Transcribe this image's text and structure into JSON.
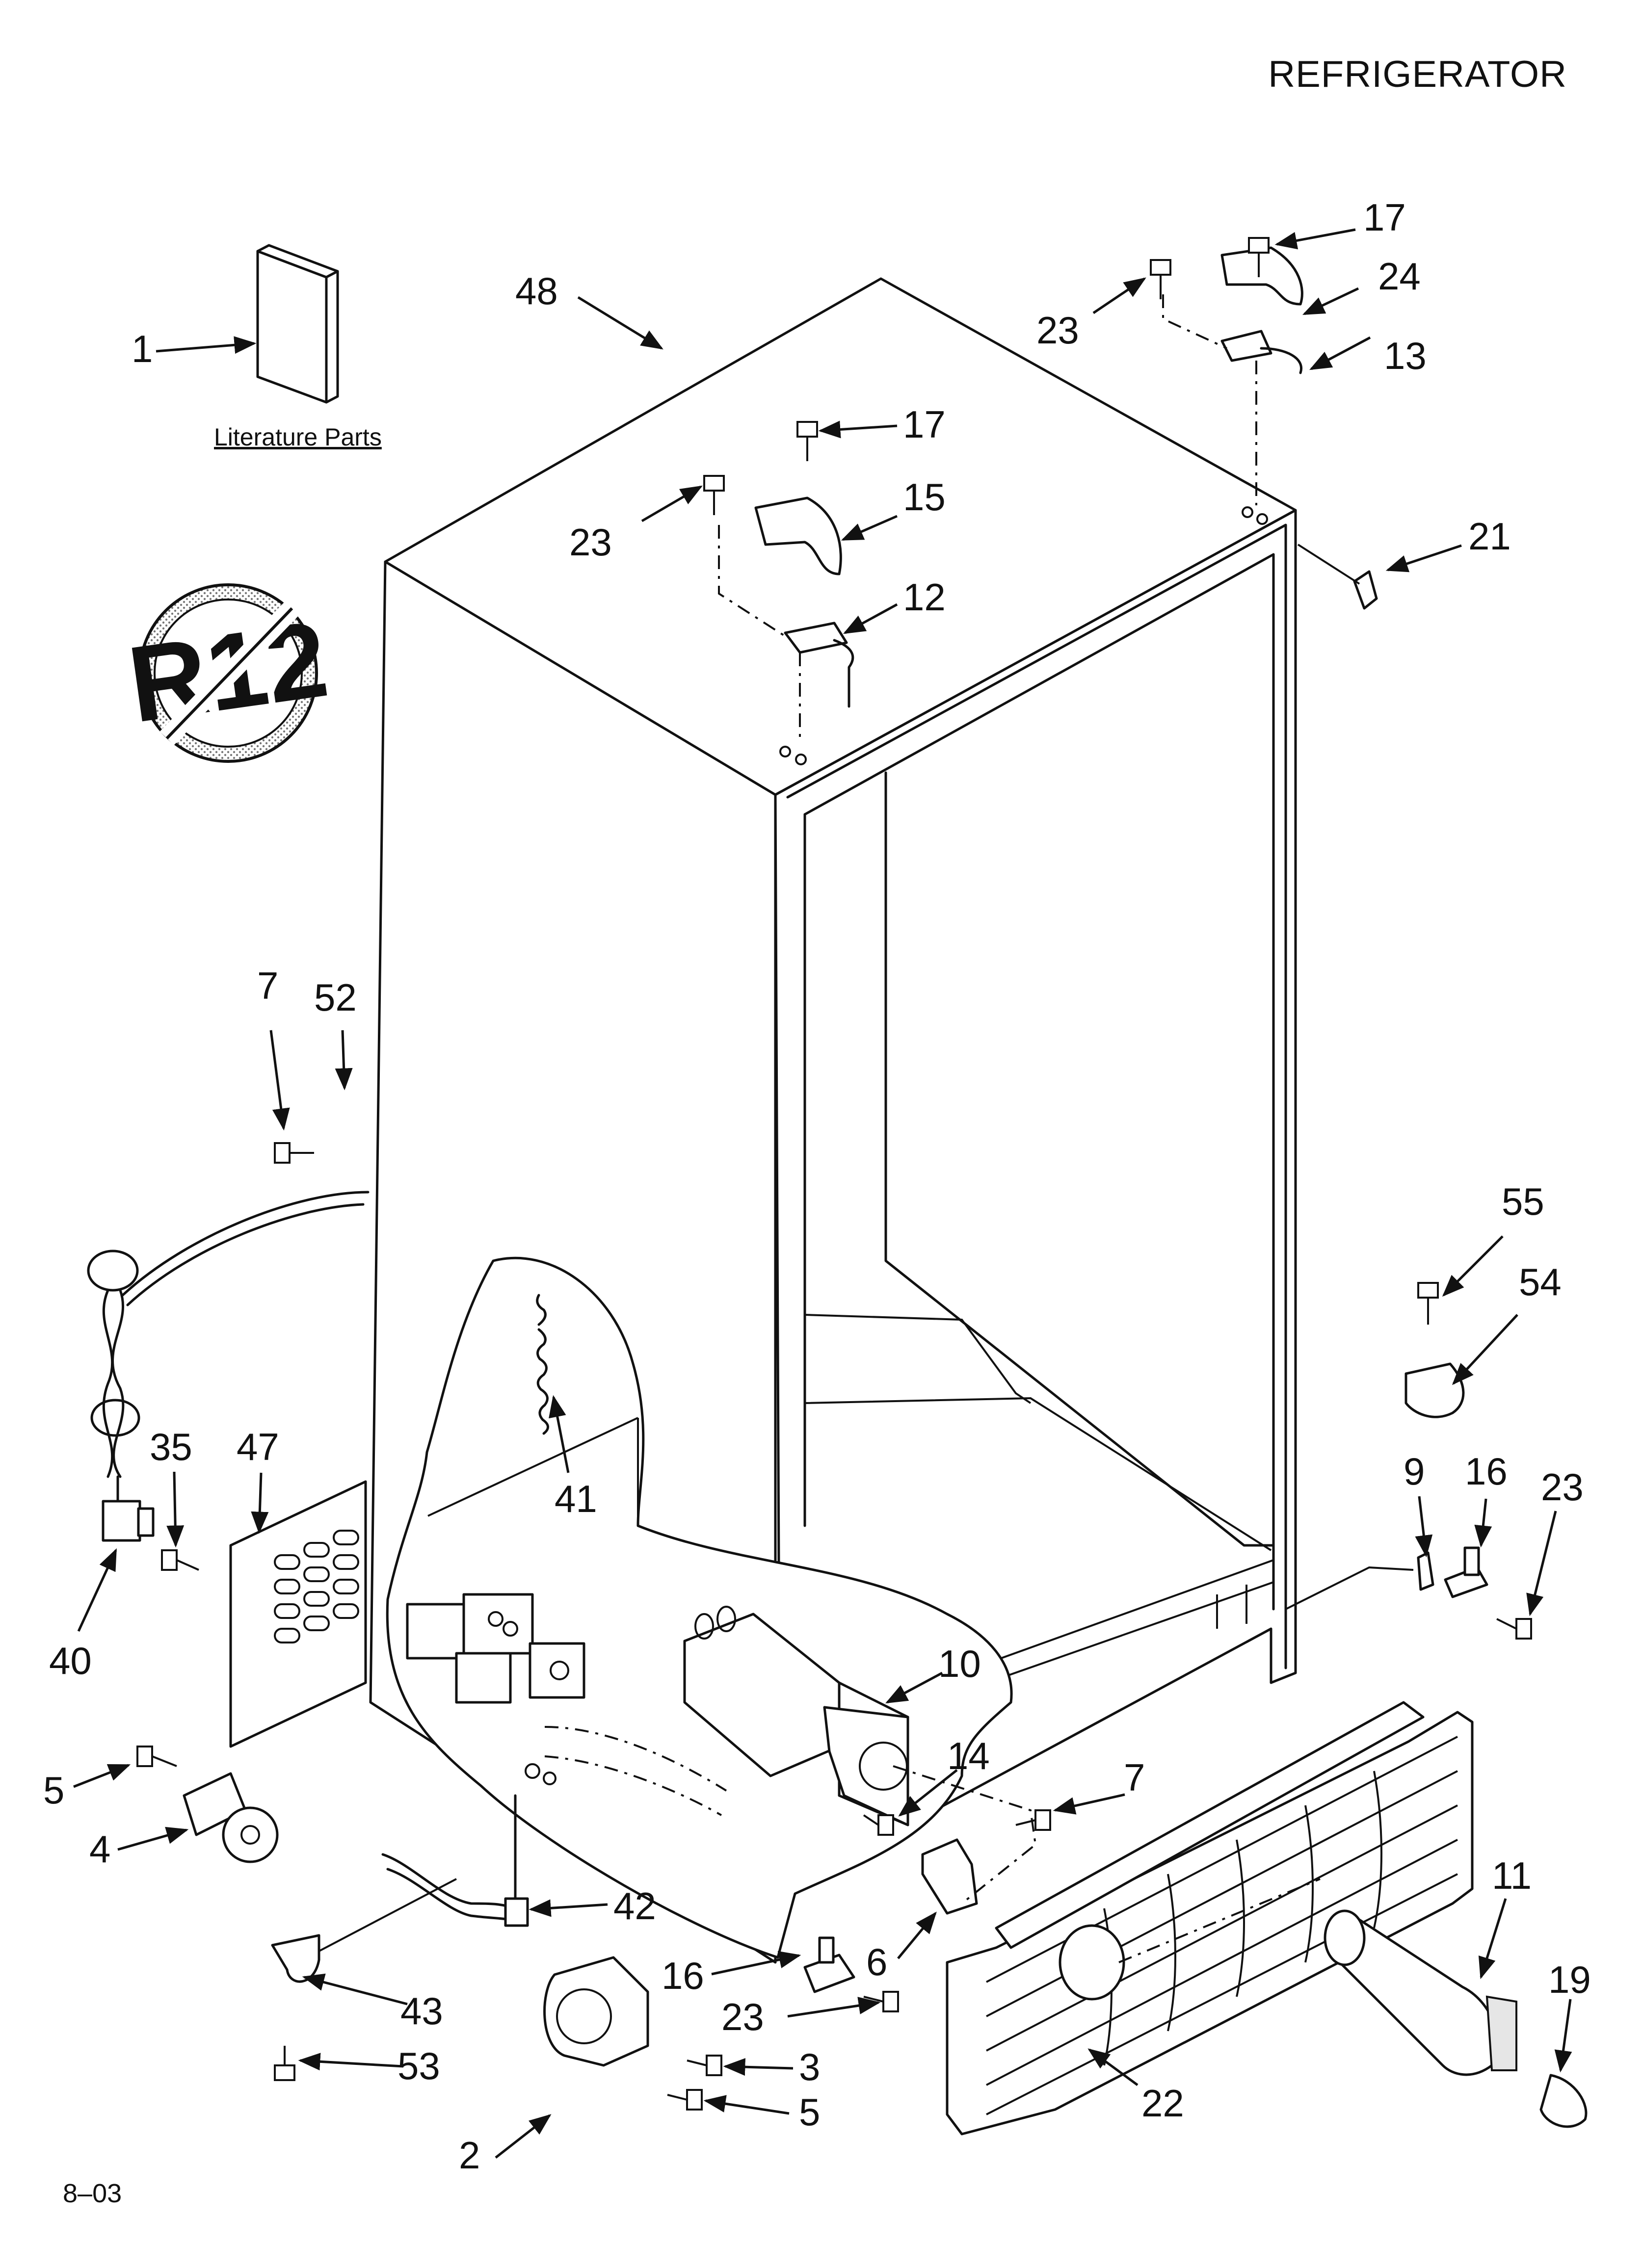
{
  "header": {
    "title": "REFRIGERATOR"
  },
  "literature": {
    "label": "Literature Parts"
  },
  "badge": {
    "text": "R12",
    "meaning": "no-R12-refrigerant"
  },
  "footer": {
    "code": "8–03"
  },
  "callouts": [
    "1",
    "48",
    "23",
    "17",
    "15",
    "12",
    "17",
    "24",
    "23",
    "13",
    "21",
    "7",
    "52",
    "55",
    "54",
    "41",
    "35",
    "47",
    "40",
    "9",
    "16",
    "23",
    "10",
    "14",
    "7",
    "5",
    "4",
    "42",
    "6",
    "16",
    "23",
    "43",
    "53",
    "2",
    "3",
    "5",
    "11",
    "19",
    "22"
  ]
}
